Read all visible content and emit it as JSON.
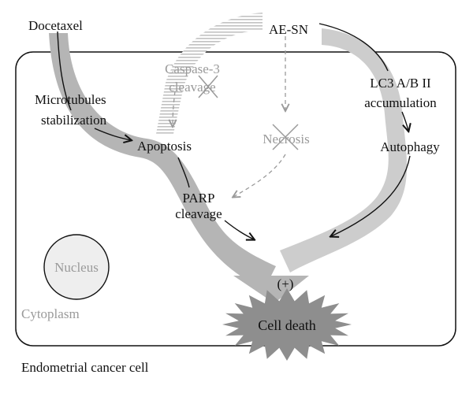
{
  "diagram": {
    "labels": {
      "docetaxel": "Docetaxel",
      "ae_sn": "AE-SN",
      "microtubules_1": "Microtubules",
      "microtubules_2": "stabilization",
      "caspase_1": "Caspase-3",
      "caspase_2": "cleavage",
      "lc3_1": "LC3 A/B II",
      "lc3_2": "accumulation",
      "apoptosis": "Apoptosis",
      "necrosis": "Necrosis",
      "autophagy": "Autophagy",
      "parp_1": "PARP",
      "parp_2": "cleavage",
      "plus": "(+)",
      "nucleus": "Nucleus",
      "cytoplasm": "Cytoplasm",
      "cell_death": "Cell death",
      "cell_caption": "Endometrial cancer cell"
    },
    "colors": {
      "band_dark": "#b5b5b5",
      "band_light": "#cdcdcd",
      "burst": "#8e8e8e",
      "grey_text": "#9a9a9a",
      "dashed": "#9a9a9a",
      "nucleus_fill": "#eeeeee"
    },
    "inhibited_steps": [
      "Caspase-3 cleavage",
      "Necrosis"
    ]
  }
}
